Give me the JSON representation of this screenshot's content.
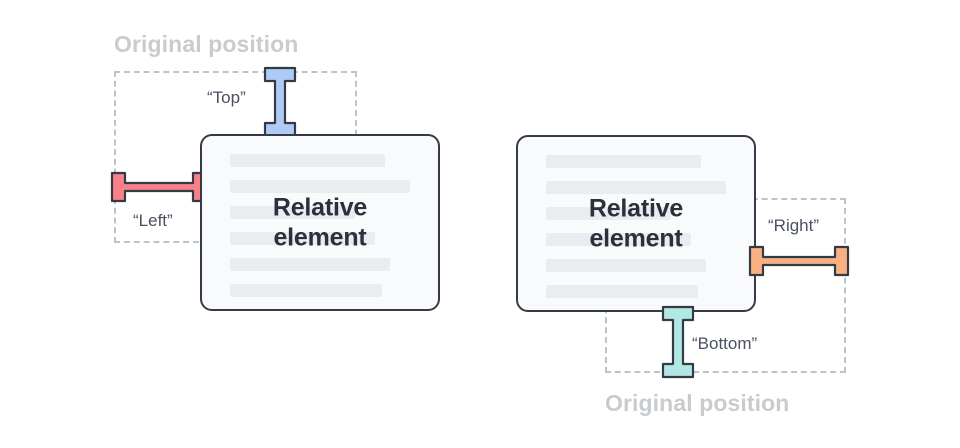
{
  "diagram": {
    "title_semantics": "CSS relative positioning offsets",
    "colors": {
      "card_fill": "#f9fafb",
      "card_border": "#343a46",
      "placeholder_line": "#e9edf1",
      "ghost_border": "#bfc3c7",
      "ghost_caption_text": "#c9ccce",
      "offset_label_text": "#4a5160",
      "top_beam": "#aecbf5",
      "left_beam": "#fa8088",
      "right_beam": "#f9b183",
      "bottom_beam": "#b2e8e3",
      "beam_outline": "#343a46"
    }
  },
  "panels": [
    {
      "id": "left-panel",
      "ghost_caption": "Original position",
      "ghost_caption_position": "above",
      "card_text_line1": "Relative",
      "card_text_line2": "element",
      "offsets": [
        {
          "name": "top",
          "label": "“Top”",
          "orientation": "vertical",
          "color": "#aecbf5"
        },
        {
          "name": "left",
          "label": "“Left”",
          "orientation": "horizontal",
          "color": "#fa8088"
        }
      ]
    },
    {
      "id": "right-panel",
      "ghost_caption": "Original position",
      "ghost_caption_position": "below",
      "card_text_line1": "Relative",
      "card_text_line2": "element",
      "offsets": [
        {
          "name": "right",
          "label": "“Right”",
          "orientation": "horizontal",
          "color": "#f9b183"
        },
        {
          "name": "bottom",
          "label": "“Bottom”",
          "orientation": "vertical",
          "color": "#b2e8e3"
        }
      ]
    }
  ],
  "card_placeholder_lines": [
    {
      "index": 0,
      "width": 155
    },
    {
      "index": 1,
      "width": 180
    },
    {
      "index": 2,
      "width": 125
    },
    {
      "index": 3,
      "width": 145
    },
    {
      "index": 4,
      "width": 160
    },
    {
      "index": 5,
      "width": 152
    }
  ]
}
